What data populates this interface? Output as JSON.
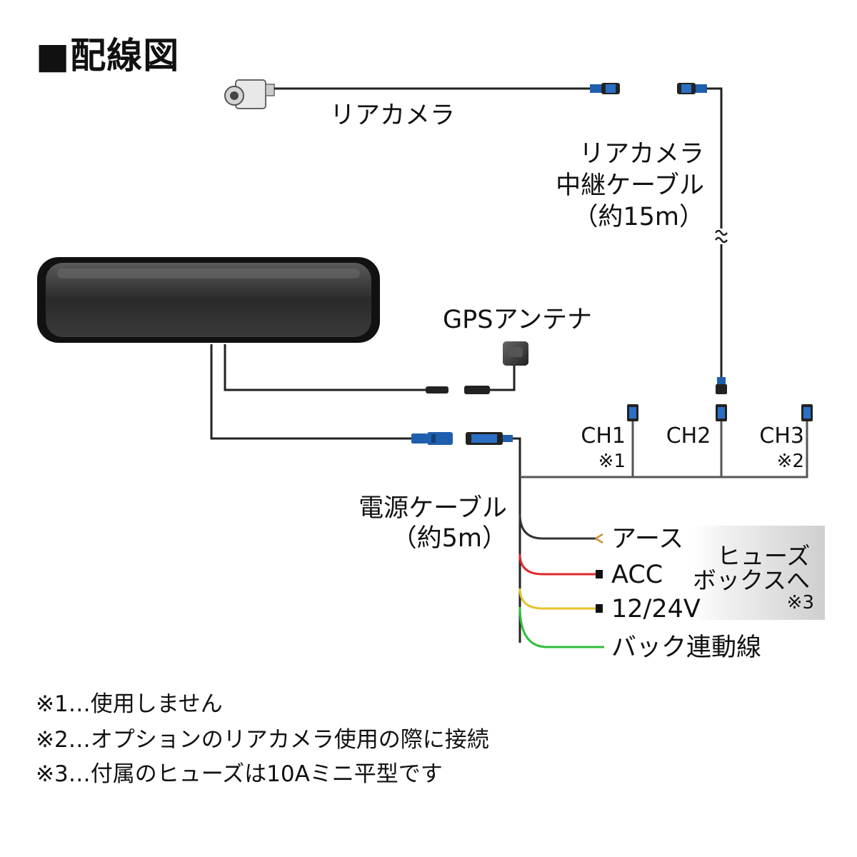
{
  "title": "■配線図",
  "labels": {
    "rear_camera": "リアカメラ",
    "relay_cable": [
      "リアカメラ",
      "中継ケーブル",
      "（約15m）"
    ],
    "gps_antenna": "GPSアンテナ",
    "ch1": "CH1",
    "ch1_note": "※1",
    "ch2": "CH2",
    "ch3": "CH3",
    "ch3_note": "※2",
    "power_cable": [
      "電源ケーブル",
      "（約5m）"
    ],
    "wire_ground": "アース",
    "wire_acc": "ACC",
    "wire_power": "12/24V",
    "wire_reverse": "バック連動線",
    "fuse_box": [
      "ヒューズ",
      "ボックスへ",
      "※3"
    ]
  },
  "wire_colors": {
    "ground": "#333333",
    "acc": "#e0292b",
    "power": "#e8c22a",
    "reverse": "#2fbf3a",
    "connector": "#1f5fae"
  },
  "notes": [
    "※1…使用しません",
    "※2…オプションのリアカメラ使用の際に接続",
    "※3…付属のヒューズは10Aミニ平型です"
  ]
}
